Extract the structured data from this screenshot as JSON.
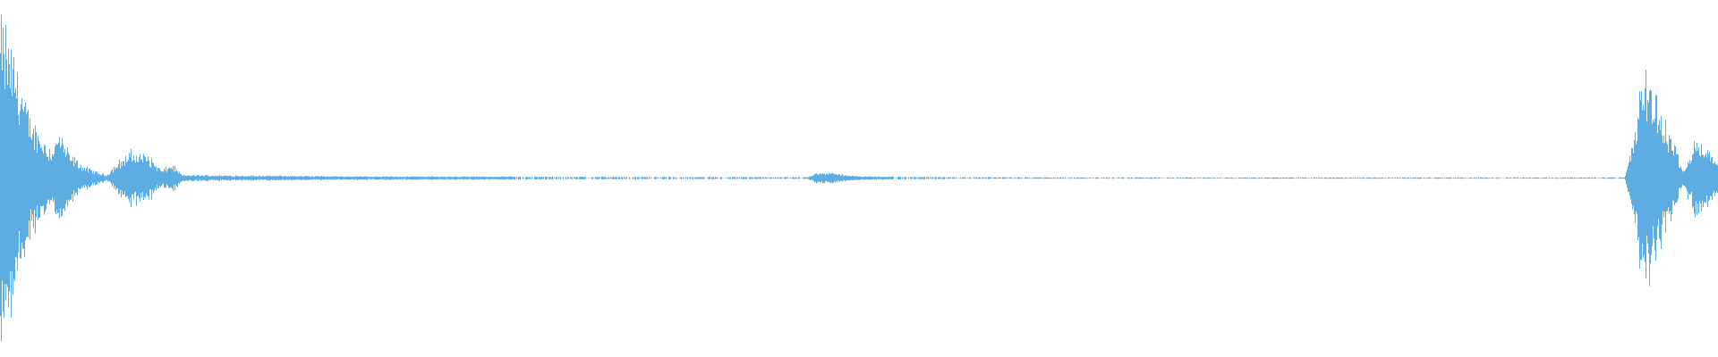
{
  "waveform": {
    "color": "#5dade2",
    "background": "#ffffff",
    "amplitude_envelope": [
      {
        "t": 0.0,
        "a": 1.0
      },
      {
        "t": 0.004,
        "a": 0.92
      },
      {
        "t": 0.01,
        "a": 0.7
      },
      {
        "t": 0.016,
        "a": 0.42
      },
      {
        "t": 0.022,
        "a": 0.3
      },
      {
        "t": 0.03,
        "a": 0.18
      },
      {
        "t": 0.034,
        "a": 0.3
      },
      {
        "t": 0.04,
        "a": 0.16
      },
      {
        "t": 0.048,
        "a": 0.08
      },
      {
        "t": 0.056,
        "a": 0.04
      },
      {
        "t": 0.062,
        "a": 0.02
      },
      {
        "t": 0.068,
        "a": 0.1
      },
      {
        "t": 0.076,
        "a": 0.17
      },
      {
        "t": 0.086,
        "a": 0.15
      },
      {
        "t": 0.094,
        "a": 0.05
      },
      {
        "t": 0.1,
        "a": 0.09
      },
      {
        "t": 0.106,
        "a": 0.02
      },
      {
        "t": 0.2,
        "a": 0.012
      },
      {
        "t": 0.3,
        "a": 0.01
      },
      {
        "t": 0.4,
        "a": 0.008
      },
      {
        "t": 0.47,
        "a": 0.006
      },
      {
        "t": 0.476,
        "a": 0.04
      },
      {
        "t": 0.486,
        "a": 0.03
      },
      {
        "t": 0.5,
        "a": 0.012
      },
      {
        "t": 0.56,
        "a": 0.006
      },
      {
        "t": 0.7,
        "a": 0.004
      },
      {
        "t": 0.82,
        "a": 0.003
      },
      {
        "t": 0.946,
        "a": 0.004
      },
      {
        "t": 0.952,
        "a": 0.3
      },
      {
        "t": 0.957,
        "a": 0.72
      },
      {
        "t": 0.963,
        "a": 0.55
      },
      {
        "t": 0.972,
        "a": 0.3
      },
      {
        "t": 0.98,
        "a": 0.06
      },
      {
        "t": 0.988,
        "a": 0.25
      },
      {
        "t": 0.995,
        "a": 0.18
      },
      {
        "t": 1.0,
        "a": 0.1
      }
    ]
  }
}
